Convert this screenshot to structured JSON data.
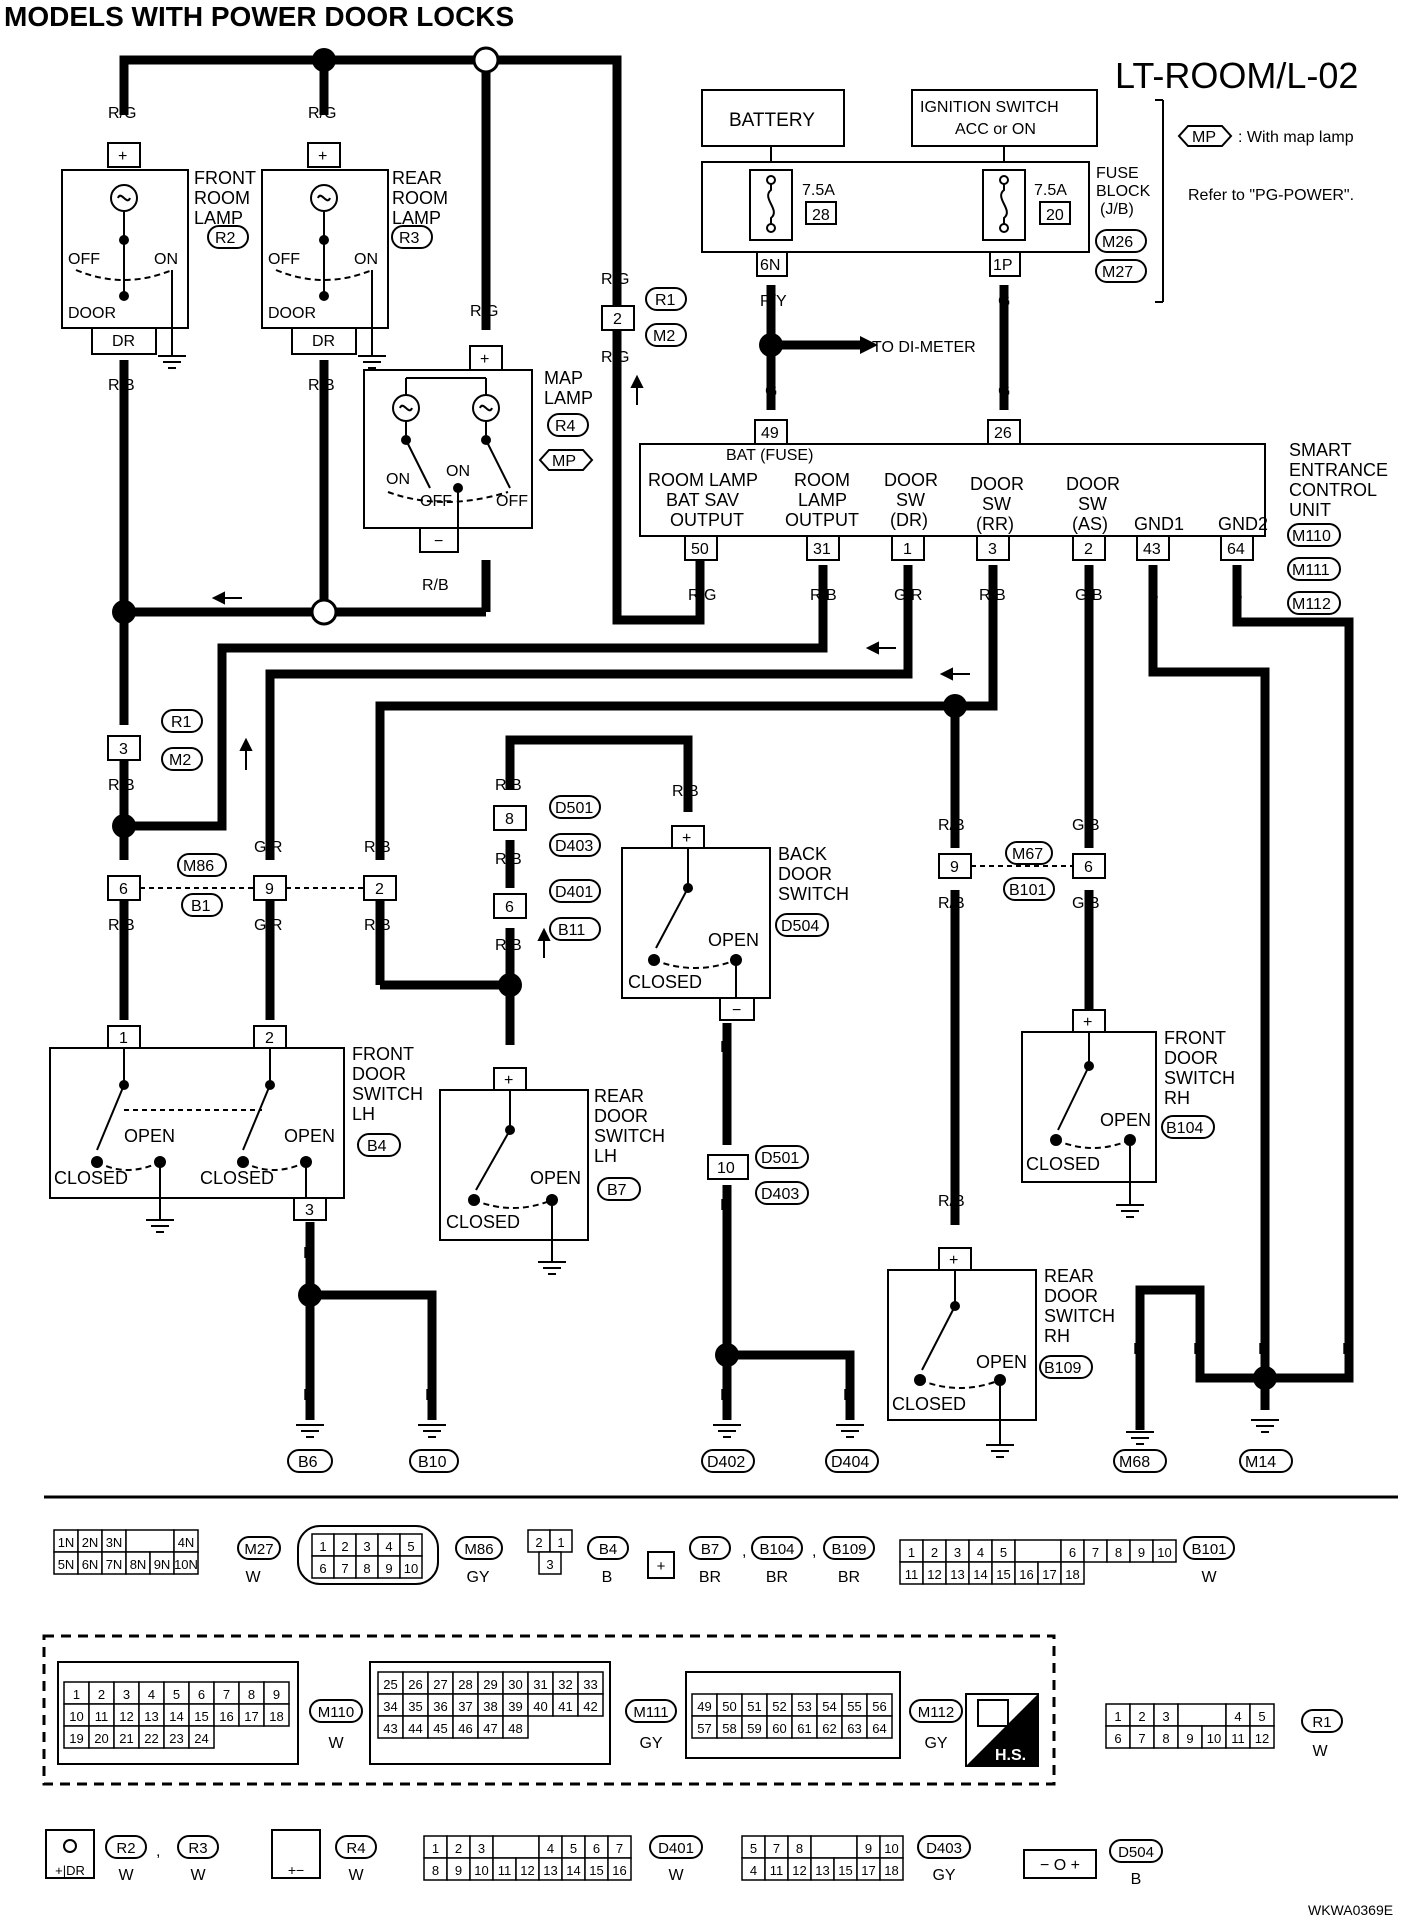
{
  "header": {
    "title": "MODELS WITH POWER DOOR LOCKS",
    "code": "LT-ROOM/L-02",
    "legend_badge": "MP",
    "legend_text": ": With map lamp",
    "refer_text": "Refer to \"PG-POWER\".",
    "doc_id": "WKWA0369E"
  },
  "texts": {
    "battery": "BATTERY",
    "ign1": "IGNITION SWITCH",
    "ign2": "ACC or ON",
    "fuse_a": "7.5A",
    "fuse_a_no": "28",
    "fuse_b": "7.5A",
    "fuse_b_no": "20",
    "fb1": "FUSE",
    "fb2": "BLOCK",
    "fb3": "(J/B)",
    "fb_term_a": "6N",
    "fb_term_b": "1P",
    "to_meter": "TO DI-METER",
    "frl1": "FRONT",
    "frl2": "ROOM",
    "frl3": "LAMP",
    "rrl1": "REAR",
    "rrl2": "ROOM",
    "rrl3": "LAMP",
    "map1": "MAP",
    "map2": "LAMP",
    "off": "OFF",
    "on": "ON",
    "door": "DOOR",
    "dr": "DR",
    "plus": "+",
    "minus": "−",
    "sc1": "SMART",
    "sc2": "ENTRANCE",
    "sc3": "CONTROL",
    "sc4": "UNIT",
    "bat_fuse": "BAT (FUSE)",
    "h_room_lamp": "ROOM LAMP",
    "h_bat_sav": "BAT SAV",
    "h_output": "OUTPUT",
    "h_room": "ROOM",
    "h_lamp": "LAMP",
    "h_output2": "OUTPUT",
    "h_door": "DOOR",
    "h_sw": "SW",
    "h_dr": "(DR)",
    "h_rr": "(RR)",
    "h_as": "(AS)",
    "h_gnd1": "GND1",
    "h_gnd2": "GND2",
    "bds1": "BACK",
    "bds2": "DOOR",
    "bds3": "SWITCH",
    "fdl1": "FRONT",
    "fdl2": "DOOR",
    "fdl3": "SWITCH",
    "fdl4": "LH",
    "rdl1": "REAR",
    "rdl2": "DOOR",
    "rdl3": "SWITCH",
    "rdl4": "LH",
    "fdr1": "FRONT",
    "fdr2": "DOOR",
    "fdr3": "SWITCH",
    "fdr4": "RH",
    "rdr1": "REAR",
    "rdr2": "DOOR",
    "rdr3": "SWITCH",
    "rdr4": "RH",
    "open": "OPEN",
    "closed": "CLOSED"
  },
  "connector_ids": {
    "R1": "R1",
    "R2": "R2",
    "R3": "R3",
    "R4": "R4",
    "M2": "M2",
    "MP": "MP",
    "M26": "M26",
    "M27": "M27",
    "M110": "M110",
    "M111": "M111",
    "M112": "M112",
    "M86": "M86",
    "B1": "B1",
    "D501": "D501",
    "D403": "D403",
    "D401": "D401",
    "B11": "B11",
    "D504": "D504",
    "M67": "M67",
    "B101": "B101",
    "B4": "B4",
    "B7": "B7",
    "B104": "B104",
    "B109": "B109",
    "B6": "B6",
    "B10": "B10",
    "D402": "D402",
    "D404": "D404",
    "M68": "M68",
    "M14": "M14"
  },
  "wire_labels": {
    "rg": "R/G",
    "rb": "R/B",
    "gr": "G/R",
    "gb": "G/B",
    "b": "B",
    "g": "G",
    "ry": "R/Y"
  },
  "terminals": {
    "t49": "49",
    "t26": "26",
    "t50": "50",
    "t31": "31",
    "t1": "1",
    "t3": "3",
    "t2": "2",
    "t43": "43",
    "t64": "64",
    "j2": "2",
    "j3": "3",
    "j6": "6",
    "j9": "9",
    "j2b": "2",
    "j8": "8",
    "j6b": "6",
    "j9b": "9",
    "j6c": "6",
    "j10": "10",
    "s1": "1",
    "s2": "2",
    "s3": "3"
  },
  "connector_list": [
    {
      "id": "M27",
      "color": "W"
    },
    {
      "id": "M86",
      "color": "GY"
    },
    {
      "id": "B4",
      "color": "B"
    },
    {
      "id": "B7",
      "color": "BR"
    },
    {
      "id": "B104",
      "color": "BR"
    },
    {
      "id": "B109",
      "color": "BR"
    },
    {
      "id": "B101",
      "color": "W"
    },
    {
      "id": "M110",
      "color": "W"
    },
    {
      "id": "M111",
      "color": "GY"
    },
    {
      "id": "M112",
      "color": "GY"
    },
    {
      "id": "R1",
      "color": "W"
    },
    {
      "id": "R2",
      "color": "W"
    },
    {
      "id": "R3",
      "color": "W"
    },
    {
      "id": "R4",
      "color": "W"
    },
    {
      "id": "D401",
      "color": "W"
    },
    {
      "id": "D403",
      "color": "GY"
    },
    {
      "id": "D504",
      "color": "B"
    }
  ],
  "pin_grids": {
    "M27": [
      [
        "1N",
        "2N",
        "3N",
        "",
        "4N"
      ],
      [
        "5N",
        "6N",
        "7N",
        "8N",
        "9N",
        "10N"
      ]
    ],
    "M86": [
      [
        "1",
        "2",
        "3",
        "4",
        "5"
      ],
      [
        "6",
        "7",
        "8",
        "9",
        "10"
      ]
    ],
    "B4": [
      [
        "2",
        "1"
      ],
      [
        "3"
      ]
    ],
    "B101": [
      [
        "1",
        "2",
        "3",
        "4",
        "5",
        "",
        "6",
        "7",
        "8",
        "9",
        "10"
      ],
      [
        "11",
        "12",
        "13",
        "14",
        "15",
        "16",
        "17",
        "18"
      ]
    ],
    "M110": [
      [
        "1",
        "2",
        "3",
        "4",
        "5",
        "6",
        "7",
        "8",
        "9"
      ],
      [
        "10",
        "11",
        "12",
        "13",
        "14",
        "15",
        "16",
        "17",
        "18"
      ],
      [
        "19",
        "20",
        "21",
        "22",
        "23",
        "24"
      ]
    ],
    "M111": [
      [
        "25",
        "26",
        "27",
        "28",
        "29",
        "30",
        "31",
        "32",
        "33"
      ],
      [
        "34",
        "35",
        "36",
        "37",
        "38",
        "39",
        "40",
        "41",
        "42"
      ],
      [
        "43",
        "44",
        "45",
        "46",
        "47",
        "48"
      ]
    ],
    "M112": [
      [
        "49",
        "50",
        "51",
        "52",
        "53",
        "54",
        "55",
        "56"
      ],
      [
        "57",
        "58",
        "59",
        "60",
        "61",
        "62",
        "63",
        "64"
      ]
    ],
    "R1": [
      [
        "1",
        "2",
        "3",
        "",
        "4",
        "5"
      ],
      [
        "6",
        "7",
        "8",
        "9",
        "10",
        "11",
        "12"
      ]
    ],
    "D401": [
      [
        "1",
        "2",
        "3",
        "",
        "4",
        "5",
        "6",
        "7"
      ],
      [
        "8",
        "9",
        "10",
        "11",
        "12",
        "13",
        "14",
        "15",
        "16"
      ]
    ],
    "D403": [
      [
        "5",
        "7",
        "8",
        "",
        "9",
        "10"
      ],
      [
        "4",
        "11",
        "12",
        "13",
        "15",
        "17",
        "18"
      ]
    ]
  },
  "hs_label": "H.S.",
  "sep": ","
}
